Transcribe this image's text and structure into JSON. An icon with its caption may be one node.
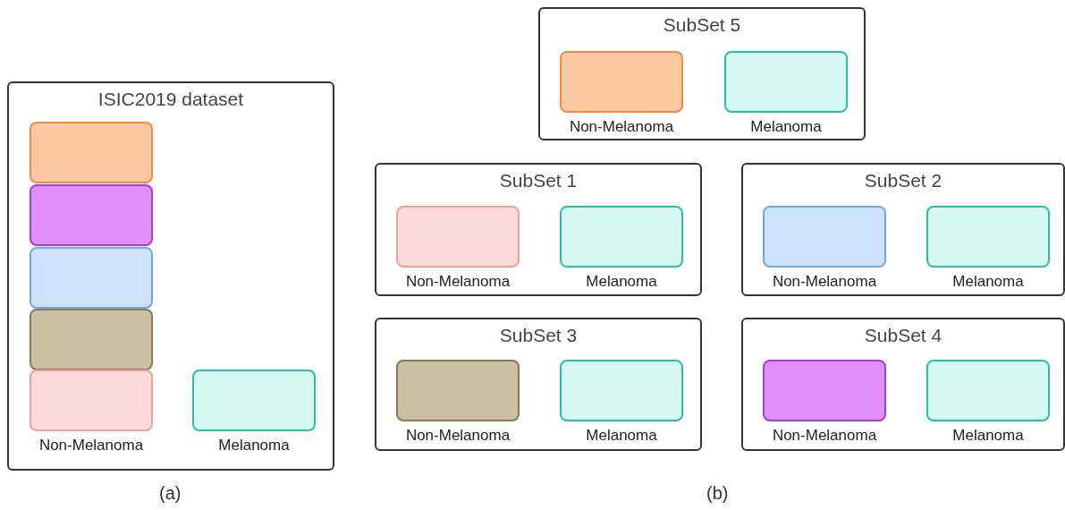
{
  "diagram": {
    "nodes": [
      {
        "text": [
          "ISIC2019 dataset"
        ]
      },
      {
        "text": [],
        "shape": "box",
        "in": 0
      },
      {
        "text": [],
        "shape": "box",
        "in": 0
      },
      {
        "text": [],
        "shape": "box",
        "in": 0
      },
      {
        "text": [],
        "shape": "box",
        "in": 0
      },
      {
        "text": [],
        "shape": "box",
        "in": 0,
        "beside": [
          "Non-Melanoma"
        ]
      },
      {
        "text": [],
        "shape": "box",
        "in": 0,
        "beside": [
          "Melanoma"
        ]
      },
      {
        "text": [
          "SubSet 5"
        ]
      },
      {
        "text": [],
        "shape": "box",
        "in": 7,
        "beside": [
          "Non-Melanoma"
        ]
      },
      {
        "text": [],
        "shape": "box",
        "in": 7,
        "beside": [
          "Melanoma"
        ]
      },
      {
        "text": [
          "SubSet 1"
        ]
      },
      {
        "text": [],
        "shape": "box",
        "in": 10,
        "beside": [
          "Non-Melanoma"
        ]
      },
      {
        "text": [],
        "shape": "box",
        "in": 10,
        "beside": [
          "Melanoma"
        ]
      },
      {
        "text": [
          "SubSet 2"
        ]
      },
      {
        "text": [],
        "shape": "box",
        "in": 13,
        "beside": [
          "Non-Melanoma"
        ]
      },
      {
        "text": [],
        "shape": "box",
        "in": 13,
        "beside": [
          "Melanoma"
        ]
      },
      {
        "text": [
          "SubSet 3"
        ]
      },
      {
        "text": [],
        "shape": "box",
        "in": 16,
        "beside": [
          "Non-Melanoma"
        ]
      },
      {
        "text": [],
        "shape": "box",
        "in": 16,
        "beside": [
          "Melanoma"
        ]
      },
      {
        "text": [
          "SubSet 4"
        ]
      },
      {
        "text": [],
        "shape": "box",
        "in": 19,
        "beside": [
          "Non-Melanoma"
        ]
      },
      {
        "text": [],
        "shape": "box",
        "in": 19,
        "beside": [
          "Melanoma"
        ]
      }
    ],
    "edges": [],
    "labels": [
      "(a)",
      "(b)"
    ]
  }
}
